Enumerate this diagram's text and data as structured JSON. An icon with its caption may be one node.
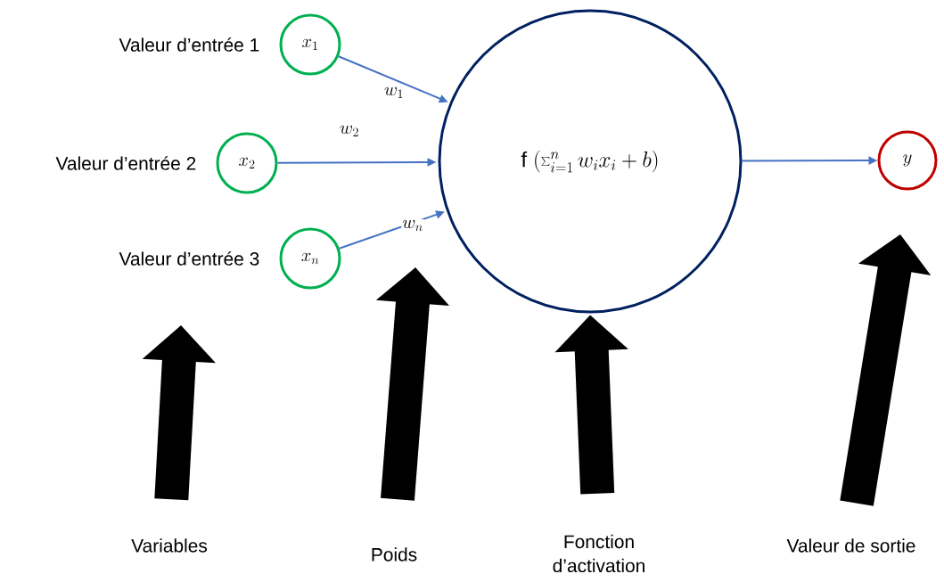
{
  "diagram": {
    "nodes": [
      {
        "text": [
          "x_{1}"
        ],
        "beside": [
          "Valeur d’entrée 1"
        ]
      },
      {
        "text": [
          "x_{2}"
        ],
        "beside": [
          "Valeur d’entrée 2"
        ]
      },
      {
        "text": [
          "x_{n}"
        ],
        "beside": [
          "Valeur d’entrée 3"
        ]
      },
      {
        "text": [
          "\\mathrm{f}\\;(\\sum_{i=1}^{n} w_{i}x_{i}+b)"
        ]
      },
      {
        "text": [
          "y"
        ]
      },
      {
        "text": [
          "Variables"
        ]
      },
      {
        "text": [
          "Poids"
        ]
      },
      {
        "text": [
          "Fonction d’activation"
        ]
      },
      {
        "text": [
          "Valeur de sortie"
        ]
      }
    ],
    "edges": [
      {
        "from": 0,
        "to": 3,
        "arrow": "to",
        "label": "w_{1}"
      },
      {
        "from": 1,
        "to": 3,
        "arrow": "to",
        "label": "w_{2}"
      },
      {
        "from": 2,
        "to": 3,
        "arrow": "to",
        "label": "w_{n}"
      },
      {
        "from": 3,
        "to": 4,
        "arrow": "to"
      },
      {
        "from": 5,
        "to": null,
        "arrow": "to",
        "style": "thick",
        "color": "#000000"
      },
      {
        "from": 6,
        "to": null,
        "arrow": "to",
        "style": "thick",
        "color": "#000000"
      },
      {
        "from": 7,
        "to": 3,
        "arrow": "to",
        "style": "thick",
        "color": "#000000"
      },
      {
        "from": 8,
        "to": 4,
        "arrow": "to",
        "style": "thick",
        "color": "#000000"
      }
    ]
  }
}
